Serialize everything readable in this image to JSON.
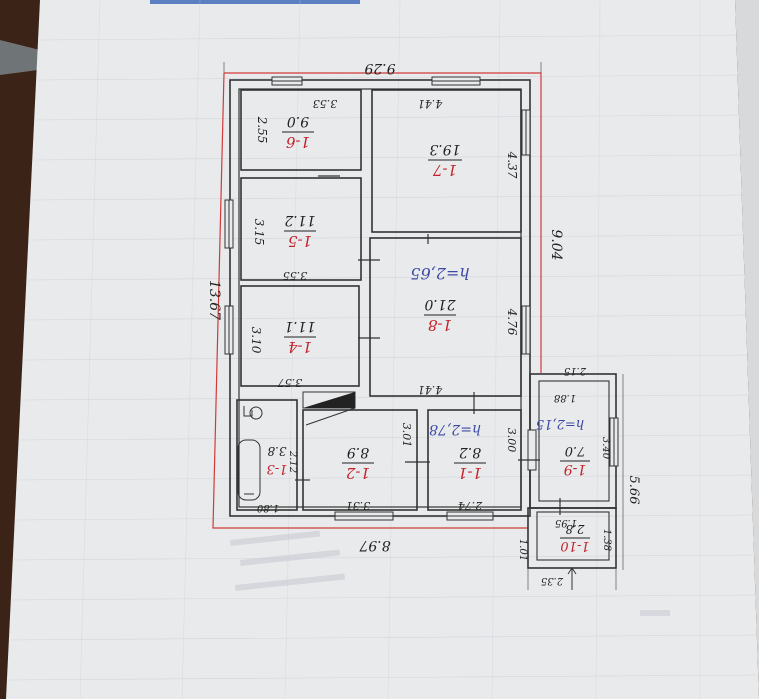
{
  "plan": {
    "overall": {
      "top_width": "9.29",
      "bottom_width": "8.97",
      "left_height": "13.67",
      "right_height": "9.04",
      "annex_right_height": "5.66"
    },
    "rooms": [
      {
        "id": "1-6",
        "area": "9.0",
        "dim_top": "3.53",
        "dim_side": "2.55"
      },
      {
        "id": "1-7",
        "area": "19.3",
        "dim_top": "4.41",
        "dim_side": "4.37"
      },
      {
        "id": "1-5",
        "area": "11.2",
        "dim_bottom": "3.55",
        "dim_side": "3.15"
      },
      {
        "id": "1-8",
        "area": "21.0",
        "dim_bottom": "4.41",
        "dim_side": "4.76",
        "height": "h=2,65"
      },
      {
        "id": "1-4",
        "area": "11.1",
        "dim_bottom": "3.57",
        "dim_side": "3.10"
      },
      {
        "id": "1-3",
        "area": "3.8",
        "dim_bottom": "1.80",
        "dim_side": "2.12"
      },
      {
        "id": "1-2",
        "area": "8.9",
        "dim_bottom": "3.31",
        "dim_side": "3.01"
      },
      {
        "id": "1-1",
        "area": "8.2",
        "dim_bottom": "2.74",
        "dim_side": "3.00",
        "height": "h=2,78"
      },
      {
        "id": "1-9",
        "area": "7.0",
        "dim_top": "2.15",
        "dim_inner": "1.88",
        "dim_side": "3.40",
        "dim_bottom": "1.95",
        "height": "h=2,15"
      },
      {
        "id": "1-10",
        "area": "2.8",
        "dim_bottom": "2.35",
        "dim_side": "1.38",
        "dim_outer": "1.01"
      }
    ]
  }
}
